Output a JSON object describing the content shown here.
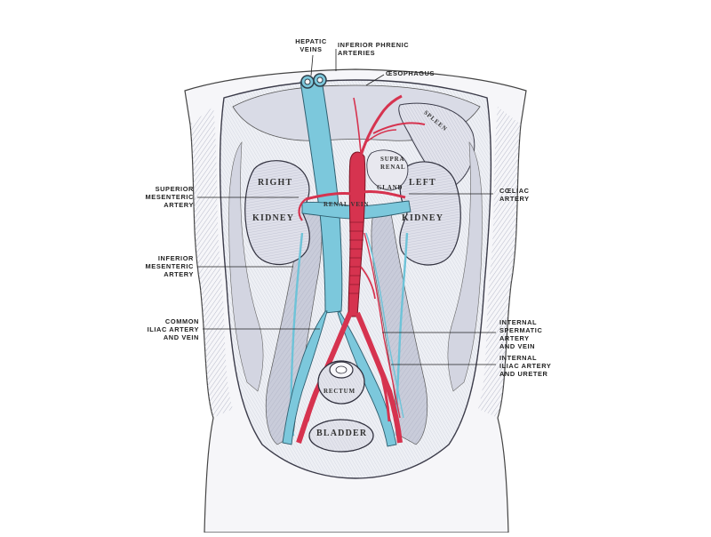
{
  "labels": {
    "hepatic_veins": [
      "HEPATIC",
      "VEINS"
    ],
    "inferior_phrenic": [
      "INFERIOR PHRENIC",
      "ARTERIES"
    ],
    "oesophagus": "ŒSOPHAGUS",
    "superior_mesenteric": [
      "SUPERIOR",
      "MESENTERIC",
      "ARTERY"
    ],
    "coeliac": [
      "CŒLIAC",
      "ARTERY"
    ],
    "inferior_mesenteric": [
      "INFERIOR",
      "MESENTERIC",
      "ARTERY"
    ],
    "common_iliac": [
      "COMMON",
      "ILIAC ARTERY",
      "AND VEIN"
    ],
    "internal_spermatic": [
      "INTERNAL",
      "SPERMATIC",
      "ARTERY",
      "AND VEIN"
    ],
    "internal_iliac": [
      "INTERNAL",
      "ILIAC ARTERY",
      "AND URETER"
    ]
  },
  "organs": {
    "right": "RIGHT",
    "kidney_right": "KIDNEY",
    "left": "LEFT",
    "kidney_left": "KIDNEY",
    "spleen": "SPLEEN",
    "supra": "SUPRA",
    "renal": "RENAL",
    "gland": "GLAND",
    "renal_vein": "RENAL VEIN",
    "rectum": "RECTUM",
    "bladder": "BLADDER"
  },
  "colors": {
    "artery": "#d6334f",
    "vein": "#6ec3d8",
    "ink": "#3a3a48",
    "shade": "#b9bccb",
    "light": "#e6e7ee"
  }
}
